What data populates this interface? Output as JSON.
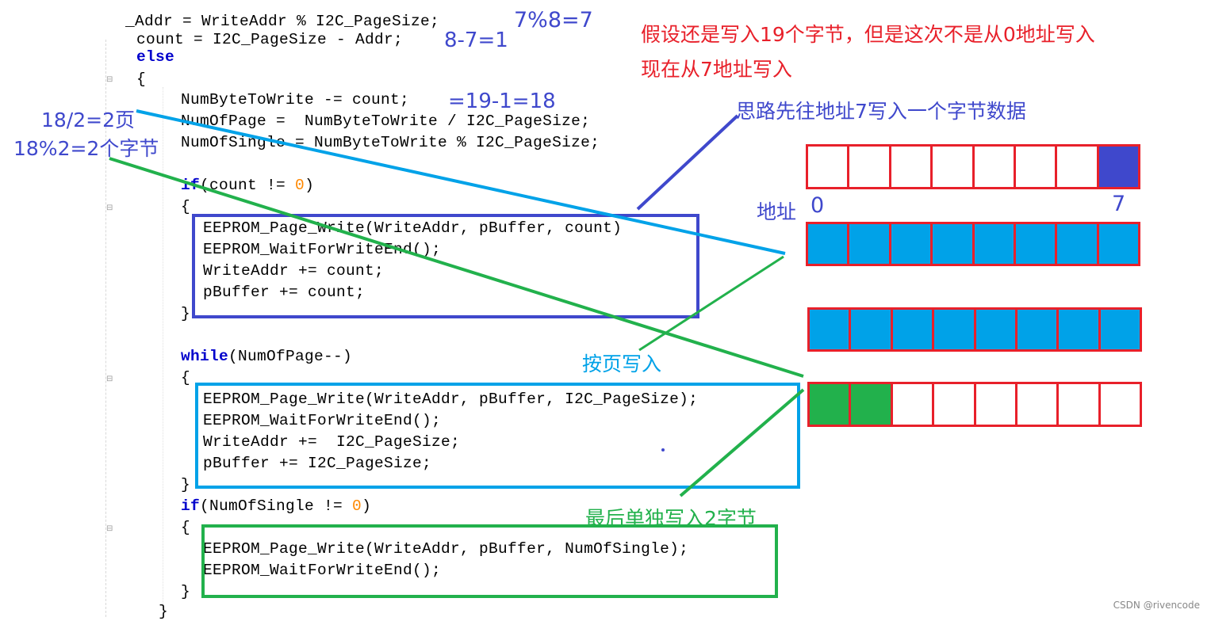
{
  "code": {
    "l1": "_Addr = WriteAddr % I2C_PageSize;",
    "l2": "count = I2C_PageSize - Addr;",
    "l3": "else",
    "l4": "{",
    "l5": "NumByteToWrite -= count;",
    "l6": "NumOfPage =  NumByteToWrite / I2C_PageSize;",
    "l7": "NumOfSingle = NumByteToWrite % I2C_PageSize;",
    "l8_kw": "if",
    "l8_a": "(count != ",
    "l8_n": "0",
    "l8_b": ")",
    "l9": "{",
    "l10": "EEPROM_Page_Write(WriteAddr, pBuffer, count)",
    "l11": "EEPROM_WaitForWriteEnd();",
    "l12": "WriteAddr += count;",
    "l13": "pBuffer += count;",
    "l14": "}",
    "l15_kw": "while",
    "l15_b": "(NumOfPage--)",
    "l16": "{",
    "l17": "EEPROM_Page_Write(WriteAddr, pBuffer, I2C_PageSize);",
    "l18": "EEPROM_WaitForWriteEnd();",
    "l19": "WriteAddr +=  I2C_PageSize;",
    "l20": "pBuffer += I2C_PageSize;",
    "l21": "}",
    "l22_kw": "if",
    "l22_a": "(NumOfSingle != ",
    "l22_n": "0",
    "l22_b": ")",
    "l23": "{",
    "l24": "EEPROM_Page_Write(WriteAddr, pBuffer, NumOfSingle);",
    "l25": "EEPROM_WaitForWriteEnd();",
    "l26": "}",
    "l27": "}"
  },
  "annotations": {
    "addr_calc": "7%8=7",
    "count_calc": "8-7=1",
    "numbyte_calc": "=19-1=18",
    "pages_calc": "18/2=2页",
    "single_calc": "18%2=2个字节",
    "scenario_line1": "假设还是写入19个字节，但是这次不是从0地址写入",
    "scenario_line2": "现在从7地址写入",
    "idea": "思路先往地址7写入一个字节数据",
    "addr_label": "地址",
    "addr_0": "0",
    "addr_7": "7",
    "page_write": "按页写入",
    "final_single": "最后单独写入2字节"
  },
  "colors": {
    "red": "#e8202a",
    "blue_dark": "#3f48cc",
    "cyan": "#00a2e8",
    "green": "#22b14c",
    "keyword": "#0000cc",
    "number": "#ff8800"
  },
  "memory_rows": [
    {
      "filled": "last_one",
      "color": "#3f48cc"
    },
    {
      "filled": "all",
      "color": "#00a2e8"
    },
    {
      "filled": "all",
      "color": "#00a2e8"
    },
    {
      "filled": "first_two",
      "color": "#22b14c"
    }
  ],
  "watermark": "CSDN @rivencode"
}
